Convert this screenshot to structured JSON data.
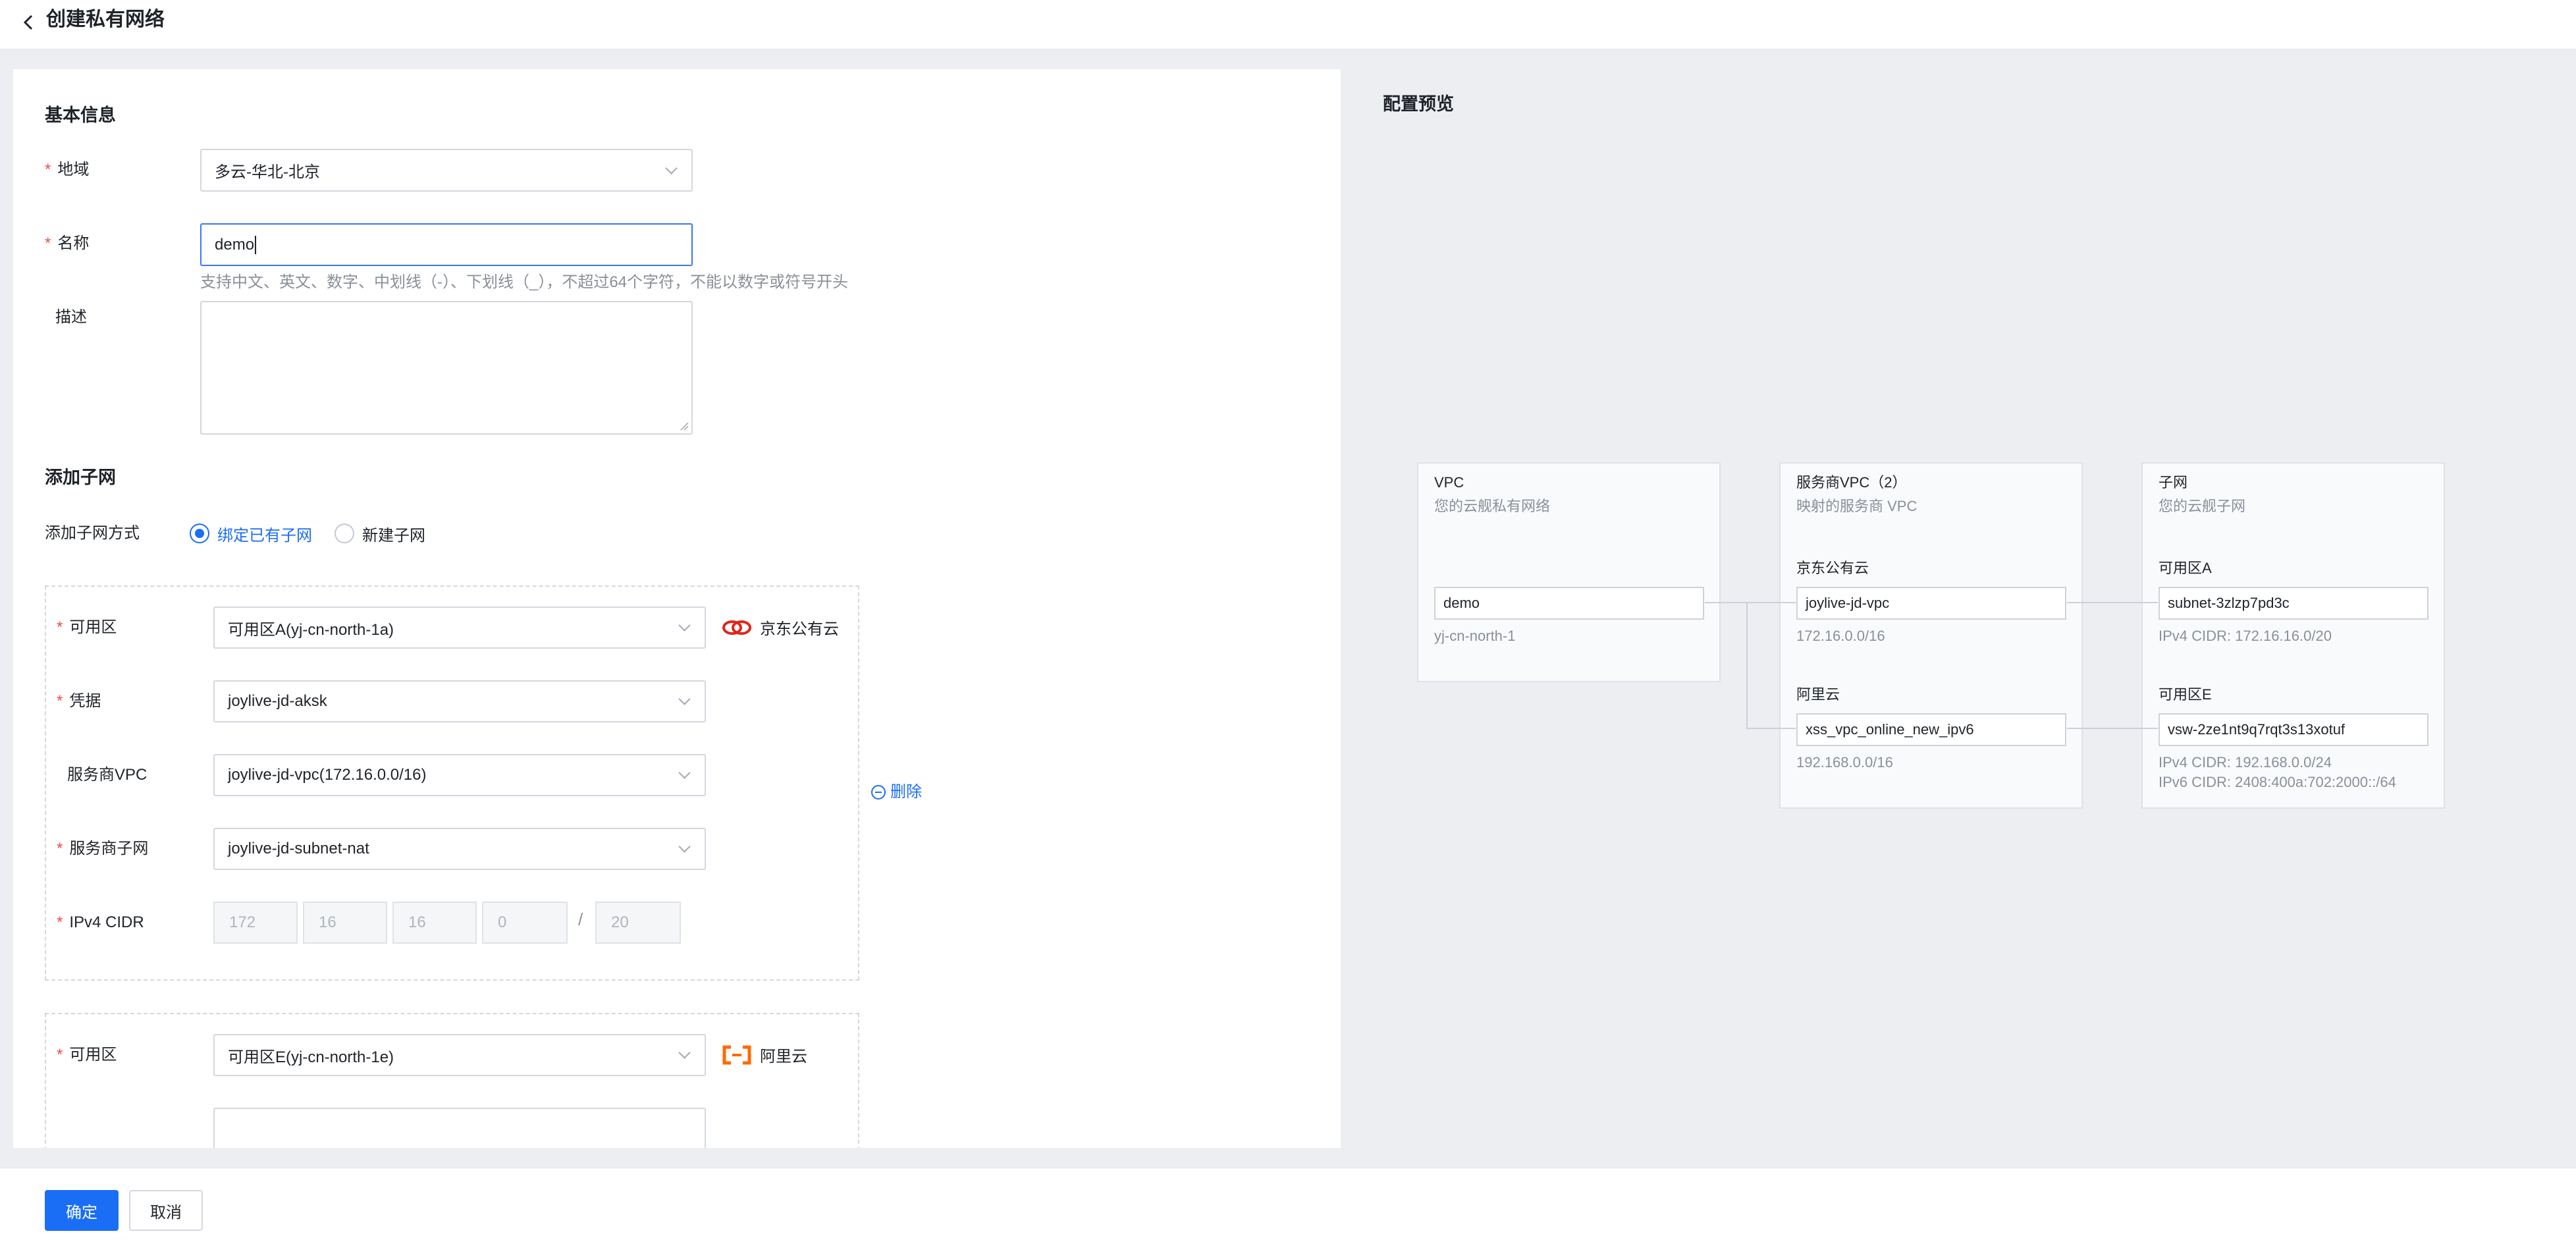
{
  "header": {
    "title": "创建私有网络"
  },
  "form": {
    "basic_title": "基本信息",
    "region_label": "地域",
    "region_value": "多云-华北-北京",
    "name_label": "名称",
    "name_value": "demo",
    "name_hint": "支持中文、英文、数字、中划线（-）、下划线（_），不超过64个字符，不能以数字或符号开头",
    "desc_label": "描述",
    "desc_value": "",
    "subnet_title": "添加子网",
    "mode_label": "添加子网方式",
    "mode_options": [
      "绑定已有子网",
      "新建子网"
    ],
    "mode_selected": "绑定已有子网",
    "subnets": [
      {
        "zone_label": "可用区",
        "zone_value": "可用区A(yj-cn-north-1a)",
        "provider": "京东公有云",
        "cred_label": "凭据",
        "cred_value": "joylive-jd-aksk",
        "svc_vpc_label": "服务商VPC",
        "svc_vpc_value": "joylive-jd-vpc(172.16.0.0/16)",
        "svc_subnet_label": "服务商子网",
        "svc_subnet_value": "joylive-jd-subnet-nat",
        "cidr_label": "IPv4 CIDR",
        "cidr": [
          "172",
          "16",
          "16",
          "0",
          "20"
        ],
        "cidr_sep": "/",
        "delete_label": "删除"
      },
      {
        "zone_label": "可用区",
        "zone_value": "可用区E(yj-cn-north-1e)",
        "provider": "阿里云"
      }
    ]
  },
  "preview": {
    "title": "配置预览",
    "vpc_card": {
      "title": "VPC",
      "sub": "您的云舰私有网络",
      "node": "demo",
      "meta": "yj-cn-north-1"
    },
    "svc_card": {
      "title": "服务商VPC（2）",
      "sub": "映射的服务商 VPC",
      "groups": [
        {
          "label": "京东公有云",
          "node": "joylive-jd-vpc",
          "meta": "172.16.0.0/16"
        },
        {
          "label": "阿里云",
          "node": "xss_vpc_online_new_ipv6",
          "meta": "192.168.0.0/16"
        }
      ]
    },
    "subnet_card": {
      "title": "子网",
      "sub": "您的云舰子网",
      "groups": [
        {
          "label": "可用区A",
          "node": "subnet-3zlzp7pd3c",
          "meta": [
            "IPv4 CIDR: 172.16.16.0/20"
          ]
        },
        {
          "label": "可用区E",
          "node": "vsw-2ze1nt9q7rqt3s13xotuf",
          "meta": [
            "IPv4 CIDR: 192.168.0.0/24",
            "IPv6 CIDR: 2408:400a:702:2000::/64"
          ]
        }
      ]
    }
  },
  "footer": {
    "confirm": "确定",
    "cancel": "取消"
  },
  "colors": {
    "primary": "#1a6ef5",
    "required": "#f04a4a",
    "jd_red": "#e1251b",
    "aliyun_orange": "#ff6a00"
  }
}
